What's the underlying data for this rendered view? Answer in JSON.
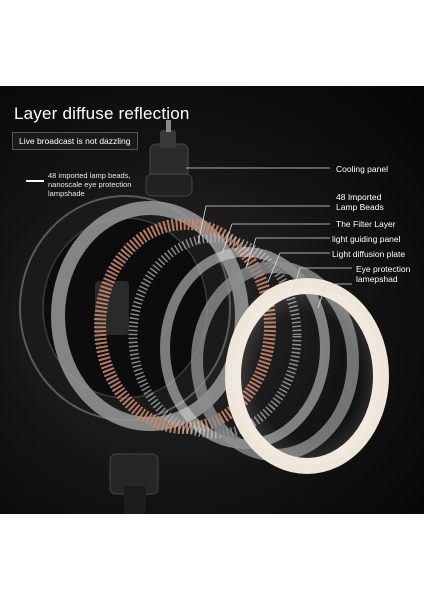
{
  "title": "Layer diffuse reflection",
  "tagline": "Live broadcast is not dazzling",
  "side_note": {
    "line1": "48 imported lamp beads,",
    "line2": "nanoscale eye protection",
    "line3": "lampshade"
  },
  "labels": {
    "cooling_panel": "Cooling panel",
    "lamp_beads_1": "48 Imported",
    "lamp_beads_2": "Lamp Beads",
    "filter_layer": "The Filter Layer",
    "light_guiding_panel": "light guiding panel",
    "light_diffusion_plate": "Light diffusion plate",
    "eye_protection_1": "Eye protection",
    "eye_protection_2": "lamepshad"
  },
  "colors": {
    "background": "#0b0b0b",
    "text": "#ffffff",
    "beads": "#c9876e",
    "shade": "#efe6da"
  }
}
